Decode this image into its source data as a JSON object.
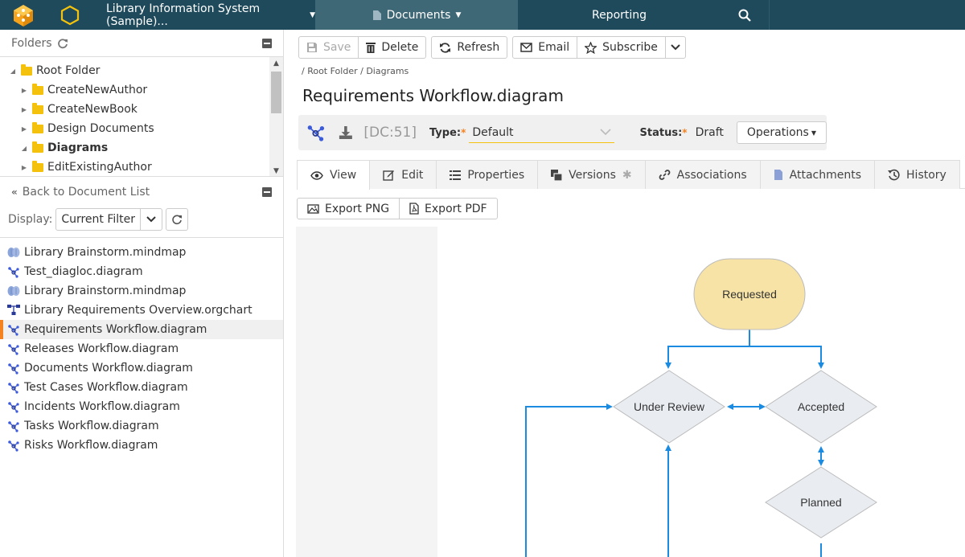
{
  "topbar": {
    "project": "Library Information System (Sample)...",
    "documents": "Documents",
    "reporting": "Reporting"
  },
  "folders": {
    "header": "Folders",
    "items": [
      {
        "label": "Root Folder",
        "expanded": true
      },
      {
        "label": "CreateNewAuthor"
      },
      {
        "label": "CreateNewBook"
      },
      {
        "label": "Design Documents"
      },
      {
        "label": "Diagrams",
        "selected": true
      },
      {
        "label": "EditExistingAuthor"
      }
    ]
  },
  "doclist": {
    "back": "Back to Document List",
    "display_label": "Display:",
    "filter": "Current Filter",
    "items": [
      {
        "label": "Library Brainstorm.mindmap",
        "icon": "mindmap-icon"
      },
      {
        "label": "Test_diagloc.diagram",
        "icon": "diagram-icon"
      },
      {
        "label": "Library Brainstorm.mindmap",
        "icon": "mindmap-icon"
      },
      {
        "label": "Library Requirements Overview.orgchart",
        "icon": "orgchart-icon"
      },
      {
        "label": "Requirements Workflow.diagram",
        "icon": "diagram-icon",
        "selected": true
      },
      {
        "label": "Releases Workflow.diagram",
        "icon": "diagram-icon"
      },
      {
        "label": "Documents Workflow.diagram",
        "icon": "diagram-icon"
      },
      {
        "label": "Test Cases Workflow.diagram",
        "icon": "diagram-icon"
      },
      {
        "label": "Incidents Workflow.diagram",
        "icon": "diagram-icon"
      },
      {
        "label": "Tasks Workflow.diagram",
        "icon": "diagram-icon"
      },
      {
        "label": "Risks Workflow.diagram",
        "icon": "diagram-icon"
      }
    ]
  },
  "toolbar": {
    "save": "Save",
    "delete": "Delete",
    "refresh": "Refresh",
    "email": "Email",
    "subscribe": "Subscribe"
  },
  "breadcrumb": {
    "root": "Root Folder",
    "diagrams": "Diagrams"
  },
  "document": {
    "title": "Requirements Workflow.diagram",
    "id": "[DC:51]",
    "type_label": "Type:",
    "type_value": "Default",
    "status_label": "Status:",
    "status_value": "Draft",
    "operations": "Operations"
  },
  "tabs": [
    {
      "label": "View",
      "active": true
    },
    {
      "label": "Edit"
    },
    {
      "label": "Properties"
    },
    {
      "label": "Versions"
    },
    {
      "label": "Associations"
    },
    {
      "label": "Attachments"
    },
    {
      "label": "History"
    }
  ],
  "export": {
    "png": "Export PNG",
    "pdf": "Export PDF"
  },
  "diagram": {
    "nodes": {
      "requested": "Requested",
      "under_review": "Under Review",
      "accepted": "Accepted",
      "planned": "Planned"
    },
    "colors": {
      "requested_fill": "#f8e3a6",
      "decision_fill": "#e9edf2",
      "connector": "#1a8be0"
    }
  },
  "colors": {
    "navbar": "#1e4a5c",
    "nav_active": "#3f6877",
    "accent": "#f58220"
  }
}
